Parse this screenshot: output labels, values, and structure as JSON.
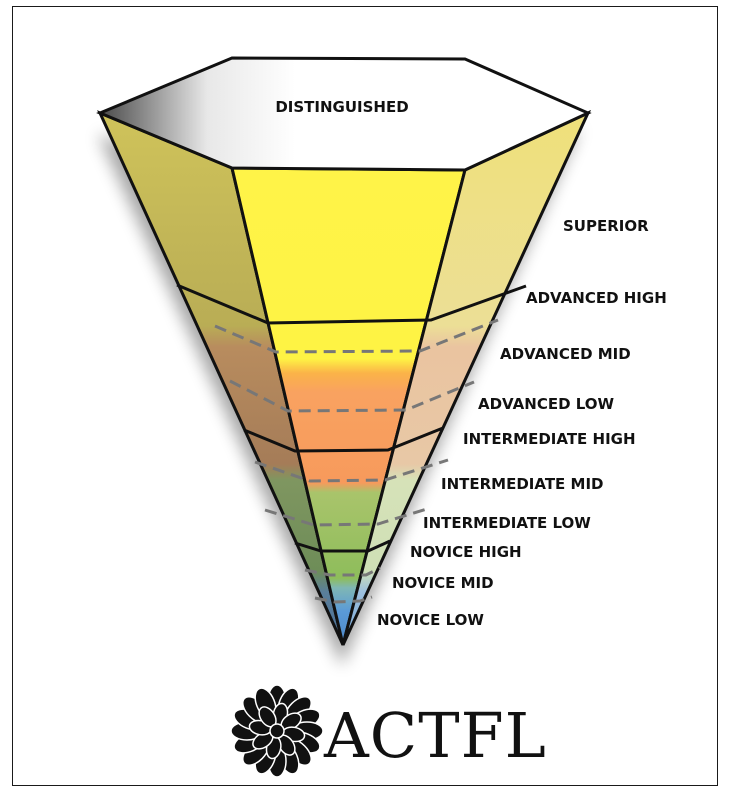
{
  "levels": {
    "distinguished": "DISTINGUISHED",
    "superior": "SUPERIOR",
    "advanced_high": "ADVANCED HIGH",
    "advanced_mid": "ADVANCED MID",
    "advanced_low": "ADVANCED LOW",
    "intermediate_high": "INTERMEDIATE HIGH",
    "intermediate_mid": "INTERMEDIATE MID",
    "intermediate_low": "INTERMEDIATE LOW",
    "novice_high": "NOVICE HIGH",
    "novice_mid": "NOVICE MID",
    "novice_low": "NOVICE LOW"
  },
  "logo": {
    "text": "ACTFL",
    "icon": "flower-mandala-icon"
  },
  "colors": {
    "superior": "#fdf34a",
    "advanced": "#f9a35e",
    "intermediate": "#9fc36a",
    "novice": "#5b9bd8",
    "top_face": "#ffffff"
  }
}
